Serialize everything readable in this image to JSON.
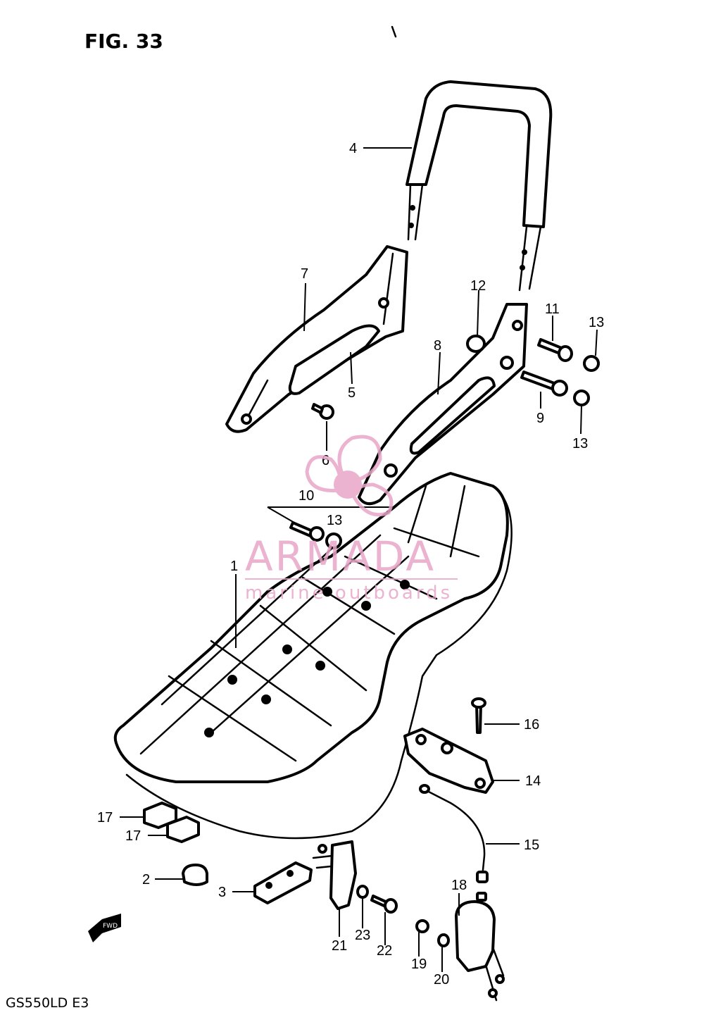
{
  "figure": {
    "title": "FIG. 33",
    "model": "GS550LD E3",
    "fwd_label": "FWD"
  },
  "watermark": {
    "brand": "ARMADA",
    "tagline": "marine outboards",
    "color": "#e9a6c9"
  },
  "callouts": [
    {
      "id": "c4",
      "text": "4"
    },
    {
      "id": "c7",
      "text": "7"
    },
    {
      "id": "c12",
      "text": "12"
    },
    {
      "id": "c11",
      "text": "11"
    },
    {
      "id": "c13a",
      "text": "13"
    },
    {
      "id": "c8",
      "text": "8"
    },
    {
      "id": "c5",
      "text": "5"
    },
    {
      "id": "c9",
      "text": "9"
    },
    {
      "id": "c6",
      "text": "6"
    },
    {
      "id": "c13b",
      "text": "13"
    },
    {
      "id": "c10",
      "text": "10"
    },
    {
      "id": "c13c",
      "text": "13"
    },
    {
      "id": "c1",
      "text": "1"
    },
    {
      "id": "c16",
      "text": "16"
    },
    {
      "id": "c14",
      "text": "14"
    },
    {
      "id": "c17a",
      "text": "17"
    },
    {
      "id": "c17b",
      "text": "17"
    },
    {
      "id": "c15",
      "text": "15"
    },
    {
      "id": "c2",
      "text": "2"
    },
    {
      "id": "c3",
      "text": "3"
    },
    {
      "id": "c18",
      "text": "18"
    },
    {
      "id": "c21",
      "text": "21"
    },
    {
      "id": "c23",
      "text": "23"
    },
    {
      "id": "c22",
      "text": "22"
    },
    {
      "id": "c19",
      "text": "19"
    },
    {
      "id": "c20",
      "text": "20"
    }
  ]
}
